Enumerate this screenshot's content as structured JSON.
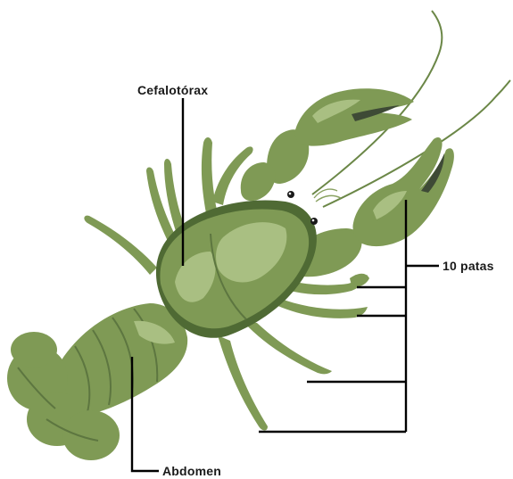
{
  "labels": {
    "cephalothorax": "Cefalotórax",
    "legs": "10 patas",
    "abdomen": "Abdomen"
  },
  "colors": {
    "body": "#7f9a55",
    "body_dark": "#4f6a34",
    "body_light": "#a9bf82",
    "leader_lines": "#000000"
  }
}
